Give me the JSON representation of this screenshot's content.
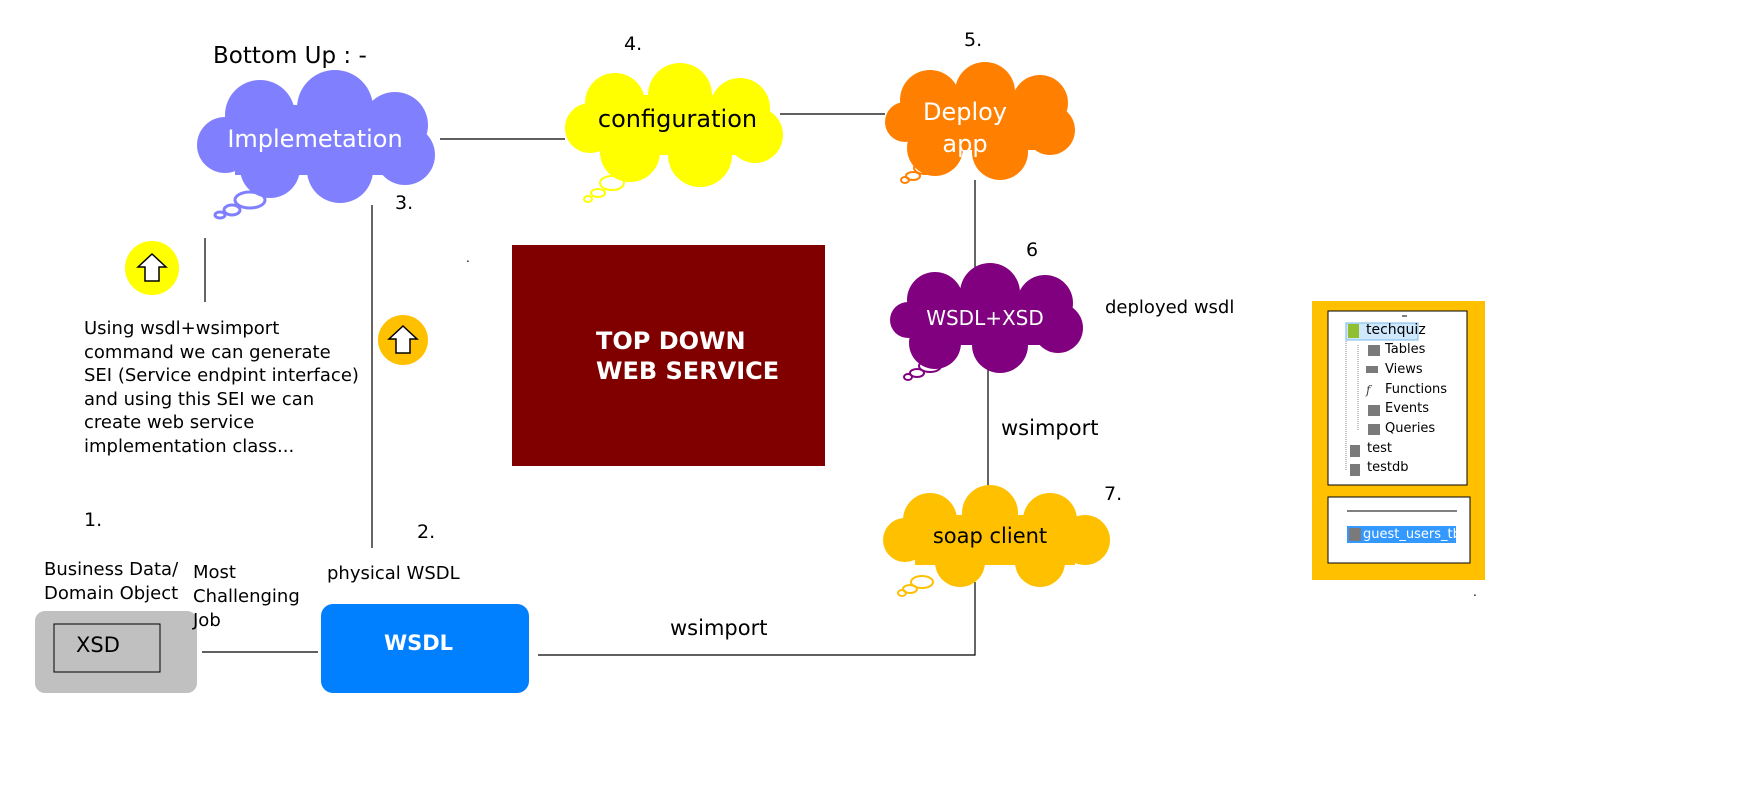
{
  "heading": "Bottom Up : -",
  "steps": {
    "s1": "1.",
    "s2": "2.",
    "s3": "3.",
    "s4": "4.",
    "s5": "5.",
    "s6": "6",
    "s7": "7."
  },
  "clouds": {
    "implementation": "Implemetation",
    "configuration": "configuration",
    "deploy": "Deploy\napp",
    "wsdl_xsd": "WSDL+XSD",
    "soap_client": "soap client"
  },
  "boxes": {
    "xsd": "XSD",
    "wsdl": "WSDL",
    "top_down": "TOP DOWN\nWEB SERVICE"
  },
  "labels": {
    "business_data": "Business Data/\nDomain Object",
    "most_challenging": "Most\nChallenging\nJob",
    "physical_wsdl": "physical WSDL",
    "description": "Using wsdl+wsimport\ncommand we can generate\nSEI (Service endpint interface)\nand using this SEI we can\ncreate web service\nimplementation class...",
    "deployed_wsdl": "deployed wsdl",
    "wsimport_vertical": "wsimport",
    "wsimport_bottom": "wsimport"
  },
  "db_panel": {
    "root": "techquiz",
    "children": [
      "Tables",
      "Views",
      "Functions",
      "Events",
      "Queries"
    ],
    "others": [
      "test",
      "testdb"
    ],
    "selected_table": "guest_users_tbl"
  },
  "colors": {
    "implementation": "#8080ff",
    "configuration": "#ffff00",
    "deploy": "#ff8000",
    "wsdl_xsd": "#800080",
    "soap_client": "#ffc000",
    "wsdl_box": "#0080ff",
    "xsd_box": "#c0c0c0",
    "top_down": "#800000",
    "up_arrow_circle_1": "#ffff00",
    "up_arrow_circle_2": "#ffc000",
    "db_panel_frame": "#ffc000"
  }
}
